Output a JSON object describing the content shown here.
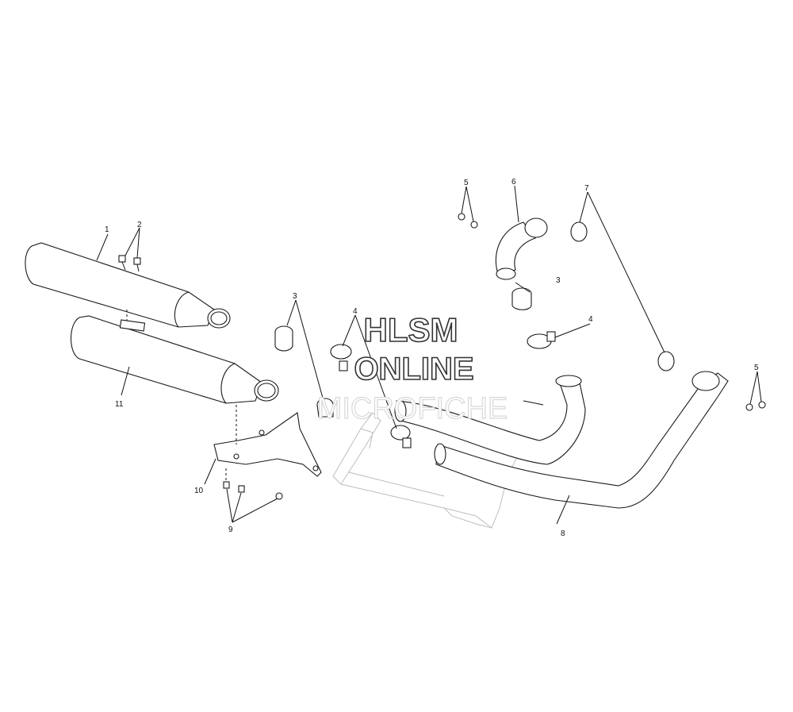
{
  "watermark": {
    "line1": "HLSM",
    "line2": "ONLINE",
    "line3": "MICROFICHE"
  },
  "callouts": {
    "c1": "1",
    "c2": "2",
    "c3a": "3",
    "c3b": "3",
    "c4a": "4",
    "c4b": "4",
    "c5a": "5",
    "c5b": "5",
    "c6": "6",
    "c7": "7",
    "c8": "8",
    "c9": "9",
    "c10": "10",
    "c11": "11"
  }
}
